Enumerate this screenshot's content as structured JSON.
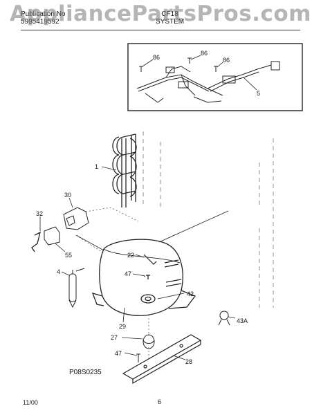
{
  "header": {
    "publication_label": "Publication No",
    "publication_number": "5995419592",
    "model": "CF18",
    "section": "SYSTEM"
  },
  "watermark": "AppliancePartsPros.com",
  "callouts": {
    "c86a": "86",
    "c86b": "86",
    "c86c": "86",
    "c5": "5",
    "c1": "1",
    "c30": "30",
    "c32": "32",
    "c55": "55",
    "c4": "4",
    "c22": "22",
    "c47a": "47",
    "c42": "42",
    "c29": "29",
    "c43a": "43A",
    "c27": "27",
    "c47b": "47",
    "c28": "28"
  },
  "footer": {
    "drawing_code": "P08S0235",
    "date": "11/00",
    "page": "6"
  }
}
